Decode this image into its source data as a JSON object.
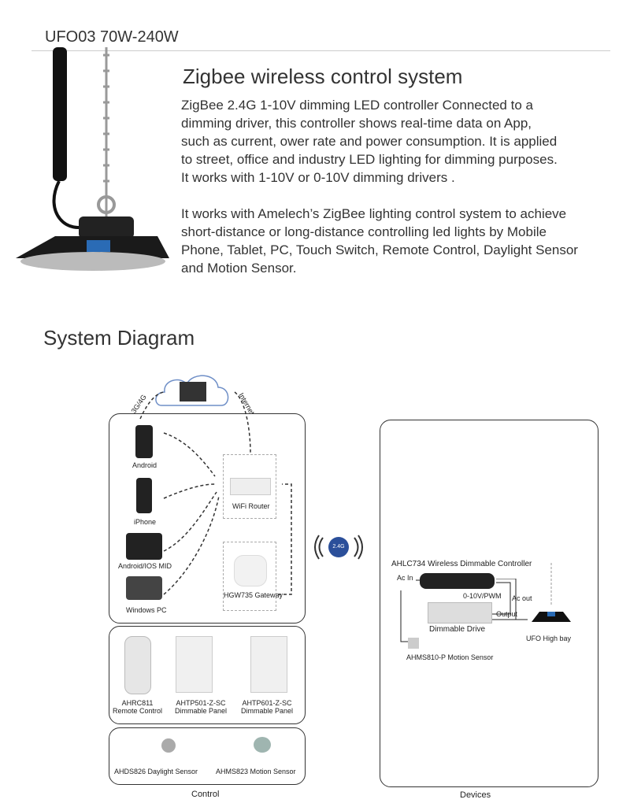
{
  "header": {
    "product_title": "UFO03  70W-240W"
  },
  "intro": {
    "heading": "Zigbee wireless control system",
    "paragraph1": [
      "ZigBee 2.4G 1-10V dimming LED controller Connected to a",
      "dimming driver, this controller shows real-time data on App,",
      "such as current, ower rate and power consumption. It is applied",
      "to street, office and industry LED lighting for dimming purposes.",
      "It works with 1-10V or 0-10V dimming drivers ."
    ],
    "paragraph2": [
      "It works with Amelech’s ZigBee lighting control system to achieve",
      "short-distance or long-distance controlling led lights by Mobile",
      "Phone, Tablet, PC, Touch Switch, Remote Control, Daylight Sensor",
      "and Motion Sensor."
    ]
  },
  "diagram": {
    "heading": "System Diagram",
    "cloud_links": {
      "mobile": "3G/4G",
      "internet": "Internet"
    },
    "clients": [
      "Android",
      "iPhone",
      "Android/IOS MID",
      "Windows PC"
    ],
    "router": "WiFi Router",
    "gateway": "HGW735 Gateway",
    "controls": [
      {
        "model": "AHRC811",
        "name": "Remote Control"
      },
      {
        "model": "AHTP501-Z-SC",
        "name": "Dimmable Panel"
      },
      {
        "model": "AHTP601-Z-SC",
        "name": "Dimmable Panel"
      }
    ],
    "sensors": [
      "AHDS826 Daylight Sensor",
      "AHMS823 Motion Sensor"
    ],
    "control_label": "Control",
    "devices_label": "Devices",
    "wireless_badge": "2.4G",
    "devices": {
      "controller": "AHLC734 Wireless Dimmable Controller",
      "ac_in": "Ac In",
      "dim_signal": "0-10V/PWM",
      "ac_out": "Ac out",
      "output": "Output",
      "driver": "Dimmable Drive",
      "lamp": "UFO High bay",
      "sensor": "AHMS810-P Motion Sensor"
    }
  }
}
